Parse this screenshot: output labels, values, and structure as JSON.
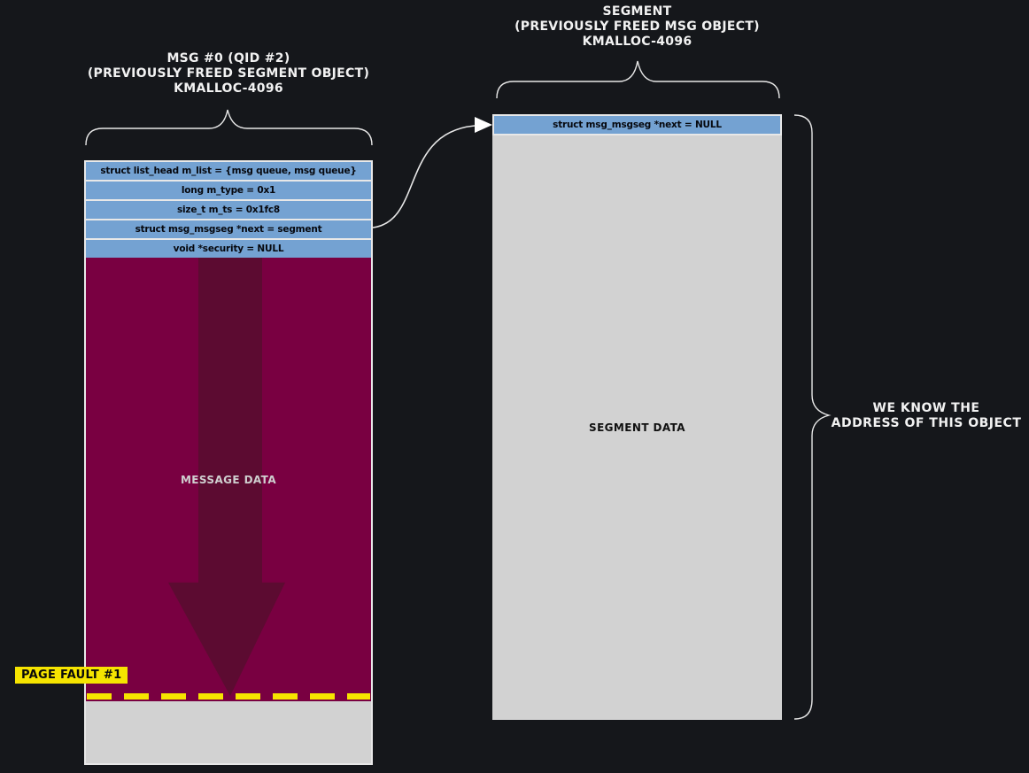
{
  "colors": {
    "background": "#15171b",
    "field-bg": "#74a2d2",
    "field-text": "#06080e",
    "message-data-bg": "#790041",
    "message-arrow": "#5c0b31",
    "freed-area-bg": "#d2d2d2",
    "highlight-yellow": "#f6e400",
    "line-color": "#e8e8e8",
    "title-text": "#f2f2f2"
  },
  "left_object": {
    "title_lines": {
      "0": "MSG #0 (QID #2)",
      "1": "(PREVIOUSLY FREED SEGMENT OBJECT)",
      "2": "KMALLOC-4096"
    },
    "fields": {
      "0": "struct list_head m_list = {msg queue, msg queue}",
      "1": "long m_type = 0x1",
      "2": "size_t m_ts = 0x1fc8",
      "3": "struct msg_msgseg *next = segment",
      "4": "void *security = NULL"
    },
    "data_label": "MESSAGE DATA",
    "page_fault_label": "PAGE FAULT #1"
  },
  "right_object": {
    "title_lines": {
      "0": "SEGMENT",
      "1": "(PREVIOUSLY FREED MSG OBJECT)",
      "2": "KMALLOC-4096"
    },
    "header_field": "struct msg_msgseg *next = NULL",
    "data_label": "SEGMENT DATA"
  },
  "annotation": {
    "lines": {
      "0": "WE KNOW THE",
      "1": "ADDRESS OF THIS OBJECT"
    }
  }
}
